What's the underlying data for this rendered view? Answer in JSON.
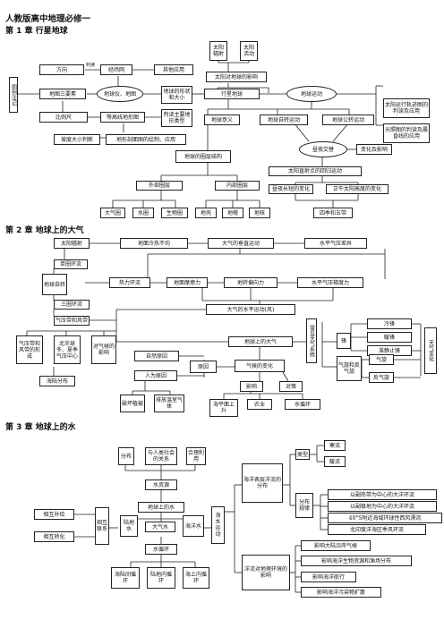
{
  "title": "人教版高中地理必修一",
  "ch1": {
    "heading": "第 1 章  行星地球",
    "n_taiyang_fushe": "太阳辐射",
    "n_taiyang_huodong": "太阳活动",
    "n_taiyang_yingxiang": "太阳对地球的影响",
    "n_fangxiang": "方向",
    "l_pandu": "判读",
    "n_jingweiwang": "经纬网",
    "n_qita_yingyong": "其他应用",
    "n_tuli_zhuji": "图例注记",
    "n_ditu_sanyaosu": "地图三要素",
    "n_diqiuyi_ditu": "地球仪、地图",
    "n_diqiu_xingzhuang": "地球的形状和大小",
    "n_xingxing_diqiu": "行星地球",
    "n_diqiu_yundong": "地球运动",
    "n_guidao_pandu": "太阳运行轨迹图的判读及应用",
    "n_bilichi": "比例尺",
    "n_denggaoxian": "等高线地形图",
    "n_dixing_leixing": "判读主要地形类型",
    "n_diqiu_yiyi": "地球意义",
    "n_zizhuan": "地球自转运动",
    "n_gongzhuan": "地球公转运动",
    "n_guangzhao_pandu": "光照图的判读及晨昏线的应用",
    "n_podu": "坡度大小判断",
    "n_poumian": "地形剖面图的绘制、应用",
    "n_zhouye": "昼夜交替",
    "n_bianhua": "变化及影响",
    "n_quceng": "地球的圈层结构",
    "n_zhishe": "太阳直射点的回归运动",
    "n_waibu": "外部圈层",
    "n_neibu": "内部圈层",
    "n_zhouchang": "昼夜长短的变化",
    "n_gaodu": "正午太阳高度的变化",
    "n_daqiquan": "大气圈",
    "n_shuiquan": "水圈",
    "n_shengwuquan": "生物圈",
    "n_diqiao": "地壳",
    "n_dimantle": "地幔",
    "n_dihe": "地核",
    "n_siji": "四季和五带"
  },
  "ch2": {
    "heading": "第 2 章  地球上的大气",
    "n_fushe": "太阳辐射",
    "n_lengre": "地面冷热不均",
    "n_chuizhi": "大气的垂直运动",
    "n_qiyachayi": "水平气压差异",
    "n_danquan": "单圈环流",
    "n_zizhuan": "地球自转",
    "n_relihuanliu": "热力环流",
    "n_mocali": "地面摩擦力",
    "n_pianxiangli": "地转偏向力",
    "n_qiyatidu": "水平气压梯度力",
    "n_sanquan": "三圈环流",
    "n_shuiping": "大气的水平运动(风)",
    "n_qiyadai": "气压带和风带",
    "n_qiyadai_xingcheng": "气压带和风带的形成",
    "n_beilu": "北半球冬、夏季气压中心",
    "n_qihou_yingxiang": "对气候的影响",
    "n_daqi": "地球上的大气",
    "n_changjian": "常见天气系统",
    "n_feng": "锋",
    "n_lengfeng": "冷锋",
    "n_nuanfeng": "暖锋",
    "n_zhunjing": "准静止锋",
    "n_tianqi_bianhua": "天气变化",
    "n_qixuan": "气旋和反气旋",
    "n_qixuan1": "气旋",
    "n_fanqixuan": "反气旋",
    "n_haiyang": "海陆分布",
    "n_ziran": "自然原因",
    "n_renwei": "人为原因",
    "n_yuanyin": "原因",
    "n_qihou_bianhua": "气候的变化",
    "n_pohuai": "破坏植被",
    "n_paifang": "排放温室气体",
    "n_yingxiang": "影响",
    "n_duice": "对策",
    "n_haipingmian": "海平面上升",
    "n_nongye": "农业",
    "n_shuixunhuan": "水循环"
  },
  "ch3": {
    "heading": "第 3 章  地球上的水",
    "n_fenbu": "分布",
    "n_renlei_guanxi": "与人类社会的关系",
    "n_heli_liyong": "合理利用",
    "n_shuiziyuan": "水资源",
    "n_diqiu_shui": "地球上的水",
    "n_hu_buji": "相互补给",
    "n_lu_shui": "陆地水",
    "n_daqi_shui": "大气水",
    "n_haiyang_shui": "海洋水",
    "n_hu_zhuanhua": "相互转化",
    "n_hu_lianxi": "相互联系",
    "n_shuixunhuan": "水循环",
    "n_haishui_yundong": "海水运动",
    "n_haiyang_biaoceng": "海洋表层洋流的分布",
    "n_leixing": "类型",
    "n_hanliu": "寒流",
    "n_nuanliu": "暖流",
    "n_guilv": "分布规律",
    "n_gl1": "以副热带为中心的大洋环流",
    "n_gl2": "以副极地为中心的大洋环流",
    "n_gl3": "40°S附近海域环球性西风漂流",
    "n_gl4": "北印度洋海区季风环流",
    "n_hailu_xunhuan": "海陆间循环",
    "n_lunei_xunhuan": "陆地内循环",
    "n_haishang": "海上内循环",
    "n_yangliu_yingxiang": "洋流对地理环境的影响",
    "n_y1": "影响大陆沿岸气候",
    "n_y2": "影响海洋生物资源和渔场分布",
    "n_y3": "影响海洋航行",
    "n_y4": "影响海洋污染物扩散"
  }
}
